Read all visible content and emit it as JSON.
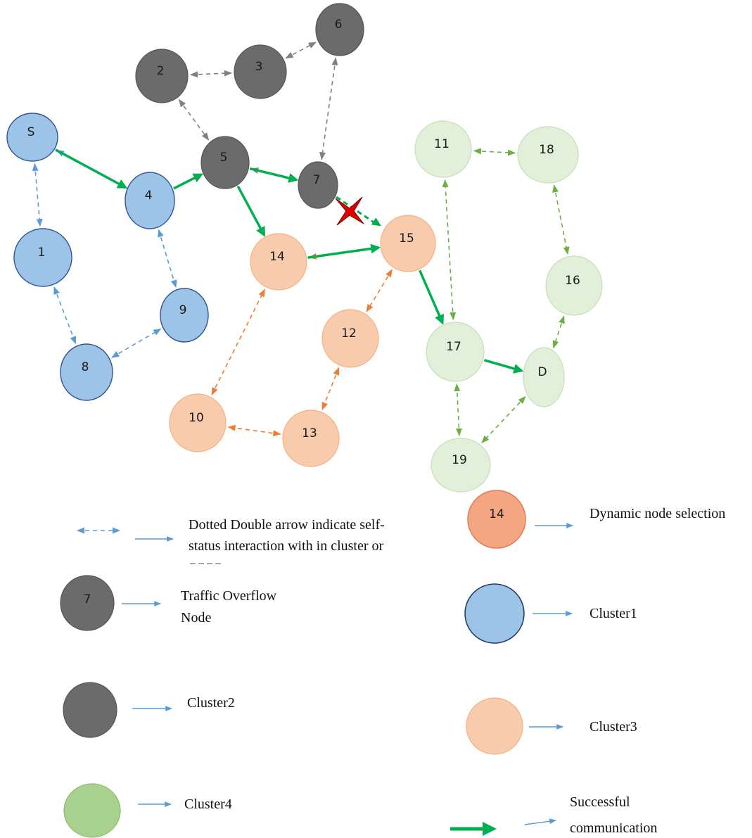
{
  "colors": {
    "cluster1_fill": "#9dc3e6",
    "cluster1_stroke": "#2f5597",
    "cluster2_fill": "#6b6b6b",
    "cluster2_stroke": "#555555",
    "cluster3_fill": "#f8cbad",
    "cluster3_stroke": "#f4b183",
    "cluster4_fill": "#e2efda",
    "cluster4_stroke": "#c5e0b4",
    "dynamic_fill": "#f4a582",
    "dynamic_stroke": "#e07b53",
    "legend_green_fill": "#a9d18e",
    "legend_green_stroke": "#8fbc6e",
    "arrow_blue": "#5b9bd5",
    "arrow_gray": "#808080",
    "arrow_orange": "#ed7d31",
    "arrow_green_dotted": "#70ad47",
    "success_green": "#00b050",
    "failure_red": "#e00000"
  },
  "nodes": [
    {
      "id": "S",
      "label": "S",
      "cluster": "cluster1"
    },
    {
      "id": "1",
      "label": "1",
      "cluster": "cluster1"
    },
    {
      "id": "4",
      "label": "4",
      "cluster": "cluster1"
    },
    {
      "id": "9",
      "label": "9",
      "cluster": "cluster1"
    },
    {
      "id": "8",
      "label": "8",
      "cluster": "cluster1"
    },
    {
      "id": "2",
      "label": "2",
      "cluster": "cluster2"
    },
    {
      "id": "3",
      "label": "3",
      "cluster": "cluster2"
    },
    {
      "id": "6",
      "label": "6",
      "cluster": "cluster2"
    },
    {
      "id": "5",
      "label": "5",
      "cluster": "cluster2"
    },
    {
      "id": "7",
      "label": "7",
      "cluster": "cluster2"
    },
    {
      "id": "14",
      "label": "14",
      "cluster": "cluster3"
    },
    {
      "id": "15",
      "label": "15",
      "cluster": "cluster3"
    },
    {
      "id": "12",
      "label": "12",
      "cluster": "cluster3"
    },
    {
      "id": "10",
      "label": "10",
      "cluster": "cluster3"
    },
    {
      "id": "13",
      "label": "13",
      "cluster": "cluster3"
    },
    {
      "id": "11",
      "label": "11",
      "cluster": "cluster4"
    },
    {
      "id": "18",
      "label": "18",
      "cluster": "cluster4"
    },
    {
      "id": "16",
      "label": "16",
      "cluster": "cluster4"
    },
    {
      "id": "17",
      "label": "17",
      "cluster": "cluster4"
    },
    {
      "id": "D",
      "label": "D",
      "cluster": "cluster4"
    },
    {
      "id": "19",
      "label": "19",
      "cluster": "cluster4"
    }
  ],
  "dotted_links": [
    {
      "from": "S",
      "to": "4",
      "color": "arrow_blue"
    },
    {
      "from": "S",
      "to": "1",
      "color": "arrow_blue"
    },
    {
      "from": "1",
      "to": "8",
      "color": "arrow_blue"
    },
    {
      "from": "8",
      "to": "9",
      "color": "arrow_blue"
    },
    {
      "from": "4",
      "to": "9",
      "color": "arrow_blue"
    },
    {
      "from": "2",
      "to": "3",
      "color": "arrow_gray"
    },
    {
      "from": "3",
      "to": "6",
      "color": "arrow_gray"
    },
    {
      "from": "2",
      "to": "5",
      "color": "arrow_gray"
    },
    {
      "from": "6",
      "to": "7",
      "color": "arrow_gray"
    },
    {
      "from": "5",
      "to": "7",
      "color": "arrow_gray"
    },
    {
      "from": "14",
      "to": "15",
      "color": "arrow_orange"
    },
    {
      "from": "15",
      "to": "12",
      "color": "arrow_orange"
    },
    {
      "from": "12",
      "to": "13",
      "color": "arrow_orange"
    },
    {
      "from": "13",
      "to": "10",
      "color": "arrow_orange"
    },
    {
      "from": "10",
      "to": "14",
      "color": "arrow_orange"
    },
    {
      "from": "11",
      "to": "18",
      "color": "arrow_green_dotted"
    },
    {
      "from": "18",
      "to": "16",
      "color": "arrow_green_dotted"
    },
    {
      "from": "16",
      "to": "D",
      "color": "arrow_green_dotted"
    },
    {
      "from": "D",
      "to": "19",
      "color": "arrow_green_dotted"
    },
    {
      "from": "19",
      "to": "17",
      "color": "arrow_green_dotted"
    },
    {
      "from": "17",
      "to": "11",
      "color": "arrow_green_dotted"
    }
  ],
  "success_links": [
    {
      "from": "S",
      "to": "4"
    },
    {
      "from": "4",
      "to": "5"
    },
    {
      "from": "5",
      "to": "7"
    },
    {
      "from": "5",
      "to": "14"
    },
    {
      "from": "14",
      "to": "15"
    },
    {
      "from": "15",
      "to": "17"
    },
    {
      "from": "17",
      "to": "D"
    }
  ],
  "failed_link": {
    "from": "7",
    "to": "15"
  },
  "legend": {
    "dotted_text_1": "Dotted Double arrow indicate self-",
    "dotted_text_2": "status interaction with in cluster or",
    "dynamic_node_number": "14",
    "dynamic_text": "Dynamic node selection",
    "overflow_node_number": "7",
    "overflow_text_1": "Traffic Overflow",
    "overflow_text_2": "Node",
    "cluster1_text": "Cluster1",
    "cluster2_text": "Cluster2",
    "cluster3_text": "Cluster3",
    "cluster4_text": "Cluster4",
    "success_text_1": "Successful",
    "success_text_2": "communication"
  }
}
